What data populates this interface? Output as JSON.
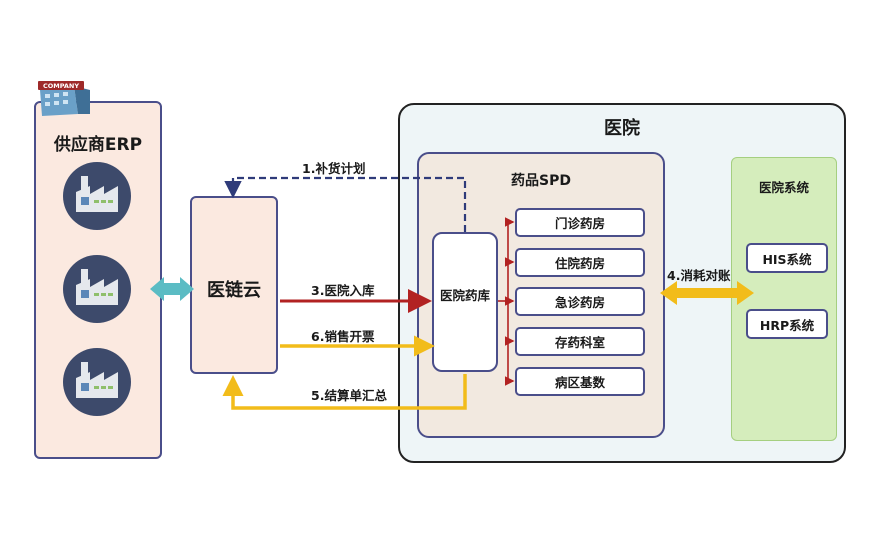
{
  "supplier": {
    "title": "供应商ERP",
    "logo_text": "COMPANY"
  },
  "cloud": {
    "title": "医链云"
  },
  "hospital": {
    "title": "医院"
  },
  "spd": {
    "title": "药品SPD",
    "pharmacy": "医院药库"
  },
  "rooms": [
    "门诊药房",
    "住院药房",
    "急诊药房",
    "存药科室",
    "病区基数"
  ],
  "systems": {
    "title": "医院系统",
    "items": [
      "HIS系统",
      "HRP系统"
    ]
  },
  "flows": {
    "replenish": "1.补货计划",
    "inbound": "3.医院入库",
    "sales": "6.销售开票",
    "settlement": "5.结算单汇总",
    "reconcile": "4.消耗对账"
  },
  "colors": {
    "border": "#4a4e8a",
    "inbound_arrow": "#b22222",
    "gold_arrow": "#f2bc1a",
    "teal_arrow": "#5bbcc4",
    "factory_circle": "#3d4a6b"
  }
}
